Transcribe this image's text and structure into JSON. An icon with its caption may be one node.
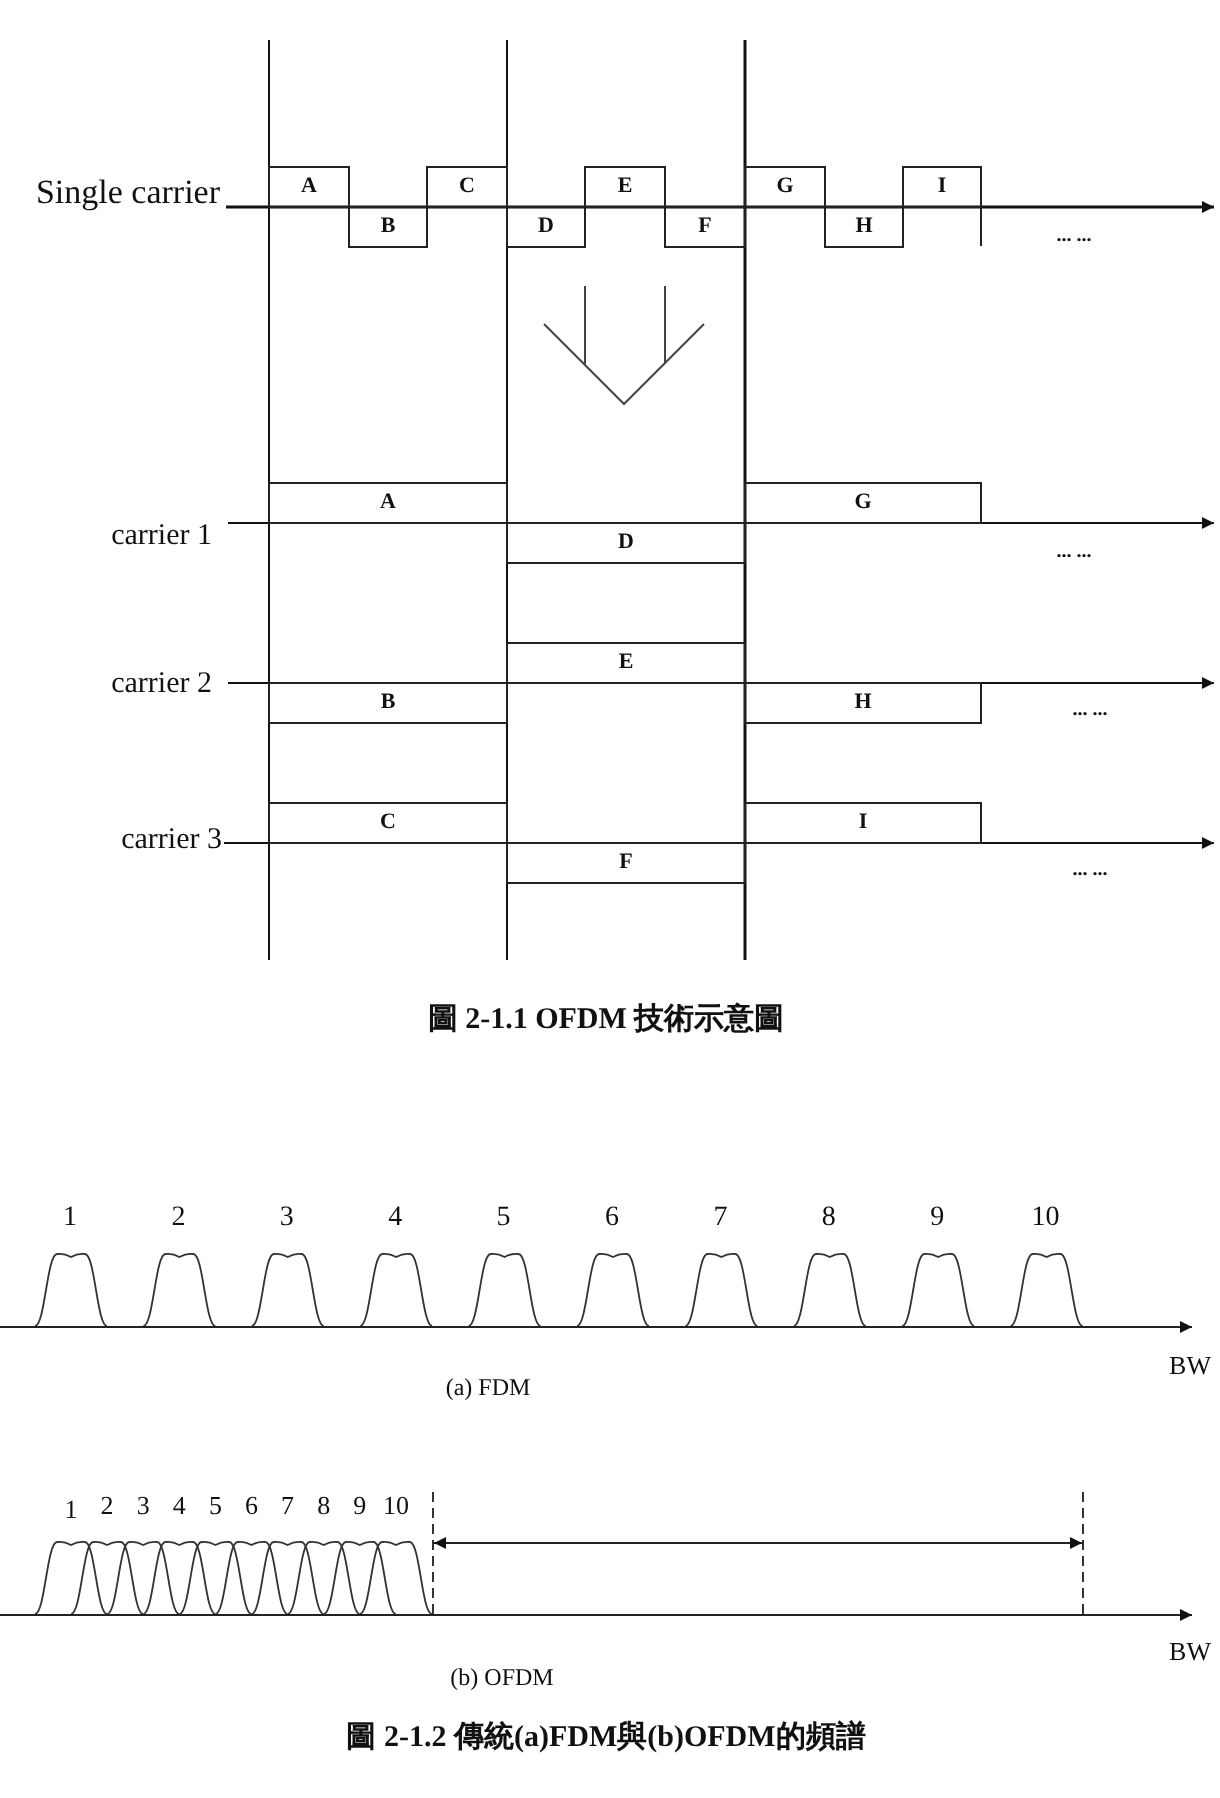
{
  "diagram": {
    "nodes": [
      {
        "text": [
          "A"
        ]
      },
      {
        "text": [
          "B"
        ]
      },
      {
        "text": [
          "C"
        ]
      },
      {
        "text": [
          "D"
        ]
      },
      {
        "text": [
          "E"
        ]
      },
      {
        "text": [
          "F"
        ]
      },
      {
        "text": [
          "G"
        ]
      },
      {
        "text": [
          "H"
        ]
      },
      {
        "text": [
          "I"
        ]
      },
      {
        "text": [
          "A"
        ]
      },
      {
        "text": [
          "G"
        ]
      },
      {
        "text": [
          "D"
        ]
      },
      {
        "text": [
          "E"
        ]
      },
      {
        "text": [
          "B"
        ]
      },
      {
        "text": [
          "H"
        ]
      },
      {
        "text": [
          "C"
        ]
      },
      {
        "text": [
          "I"
        ]
      },
      {
        "text": [
          "F"
        ]
      }
    ],
    "labels": [
      "Single carrier",
      "... ...",
      "carrier 1",
      "... ...",
      "carrier 2",
      "... ...",
      "carrier 3",
      "... ...",
      "圖 2-1.1 OFDM 技術示意圖",
      "1",
      "2",
      "3",
      "4",
      "5",
      "6",
      "7",
      "8",
      "9",
      "10",
      "BW",
      "(a) FDM",
      "1",
      "2",
      "3",
      "4",
      "5",
      "6",
      "7",
      "8",
      "9",
      "10",
      "BW",
      "(b) OFDM",
      "圖 2-1.2 傳統(a)FDM與(b)OFDM的頻譜"
    ]
  }
}
